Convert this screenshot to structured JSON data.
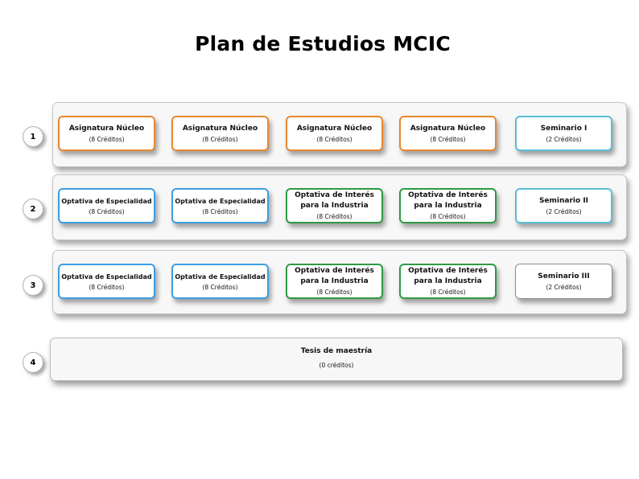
{
  "title": "Plan de Estudios MCIC",
  "semesters": [
    {
      "number": "1",
      "courses": [
        {
          "name": "Asignatura Núcleo",
          "credits": "(8 Créditos)"
        },
        {
          "name": "Asignatura Núcleo",
          "credits": "(8 Créditos)"
        },
        {
          "name": "Asignatura Núcleo",
          "credits": "(8 Créditos)"
        },
        {
          "name": "Asignatura Núcleo",
          "credits": "(8 Créditos)"
        },
        {
          "name": "Seminario I",
          "credits": "(2 Créditos)"
        }
      ]
    },
    {
      "number": "2",
      "courses": [
        {
          "name": "Optativa de Especialidad",
          "credits": "(8 Créditos)"
        },
        {
          "name": "Optativa de Especialidad",
          "credits": "(8 Créditos)"
        },
        {
          "name": "Optativa de Interés para la Industria",
          "credits": "(8 Créditos)"
        },
        {
          "name": "Optativa de Interés para la Industria",
          "credits": "(8 Créditos)"
        },
        {
          "name": "Seminario II",
          "credits": "(2 Créditos)"
        }
      ]
    },
    {
      "number": "3",
      "courses": [
        {
          "name": "Optativa de Especialidad",
          "credits": "(8 Créditos)"
        },
        {
          "name": "Optativa de Especialidad",
          "credits": "(8 Créditos)"
        },
        {
          "name": "Optativa de Interés para la Industria",
          "credits": "(8 Créditos)"
        },
        {
          "name": "Optativa de Interés para la Industria",
          "credits": "(8 Créditos)"
        },
        {
          "name": "Seminario III",
          "credits": "(2 Créditos)"
        }
      ]
    },
    {
      "number": "4",
      "thesis": {
        "name": "Tesis de maestría",
        "credits": "(0 créditos)"
      }
    }
  ],
  "colors": {
    "nucleo": "#e8872e",
    "especialidad": "#3d9ee0",
    "industria": "#2e9a44",
    "seminario": "#5bbdd6",
    "seminario_final": "#8e8e8e"
  }
}
